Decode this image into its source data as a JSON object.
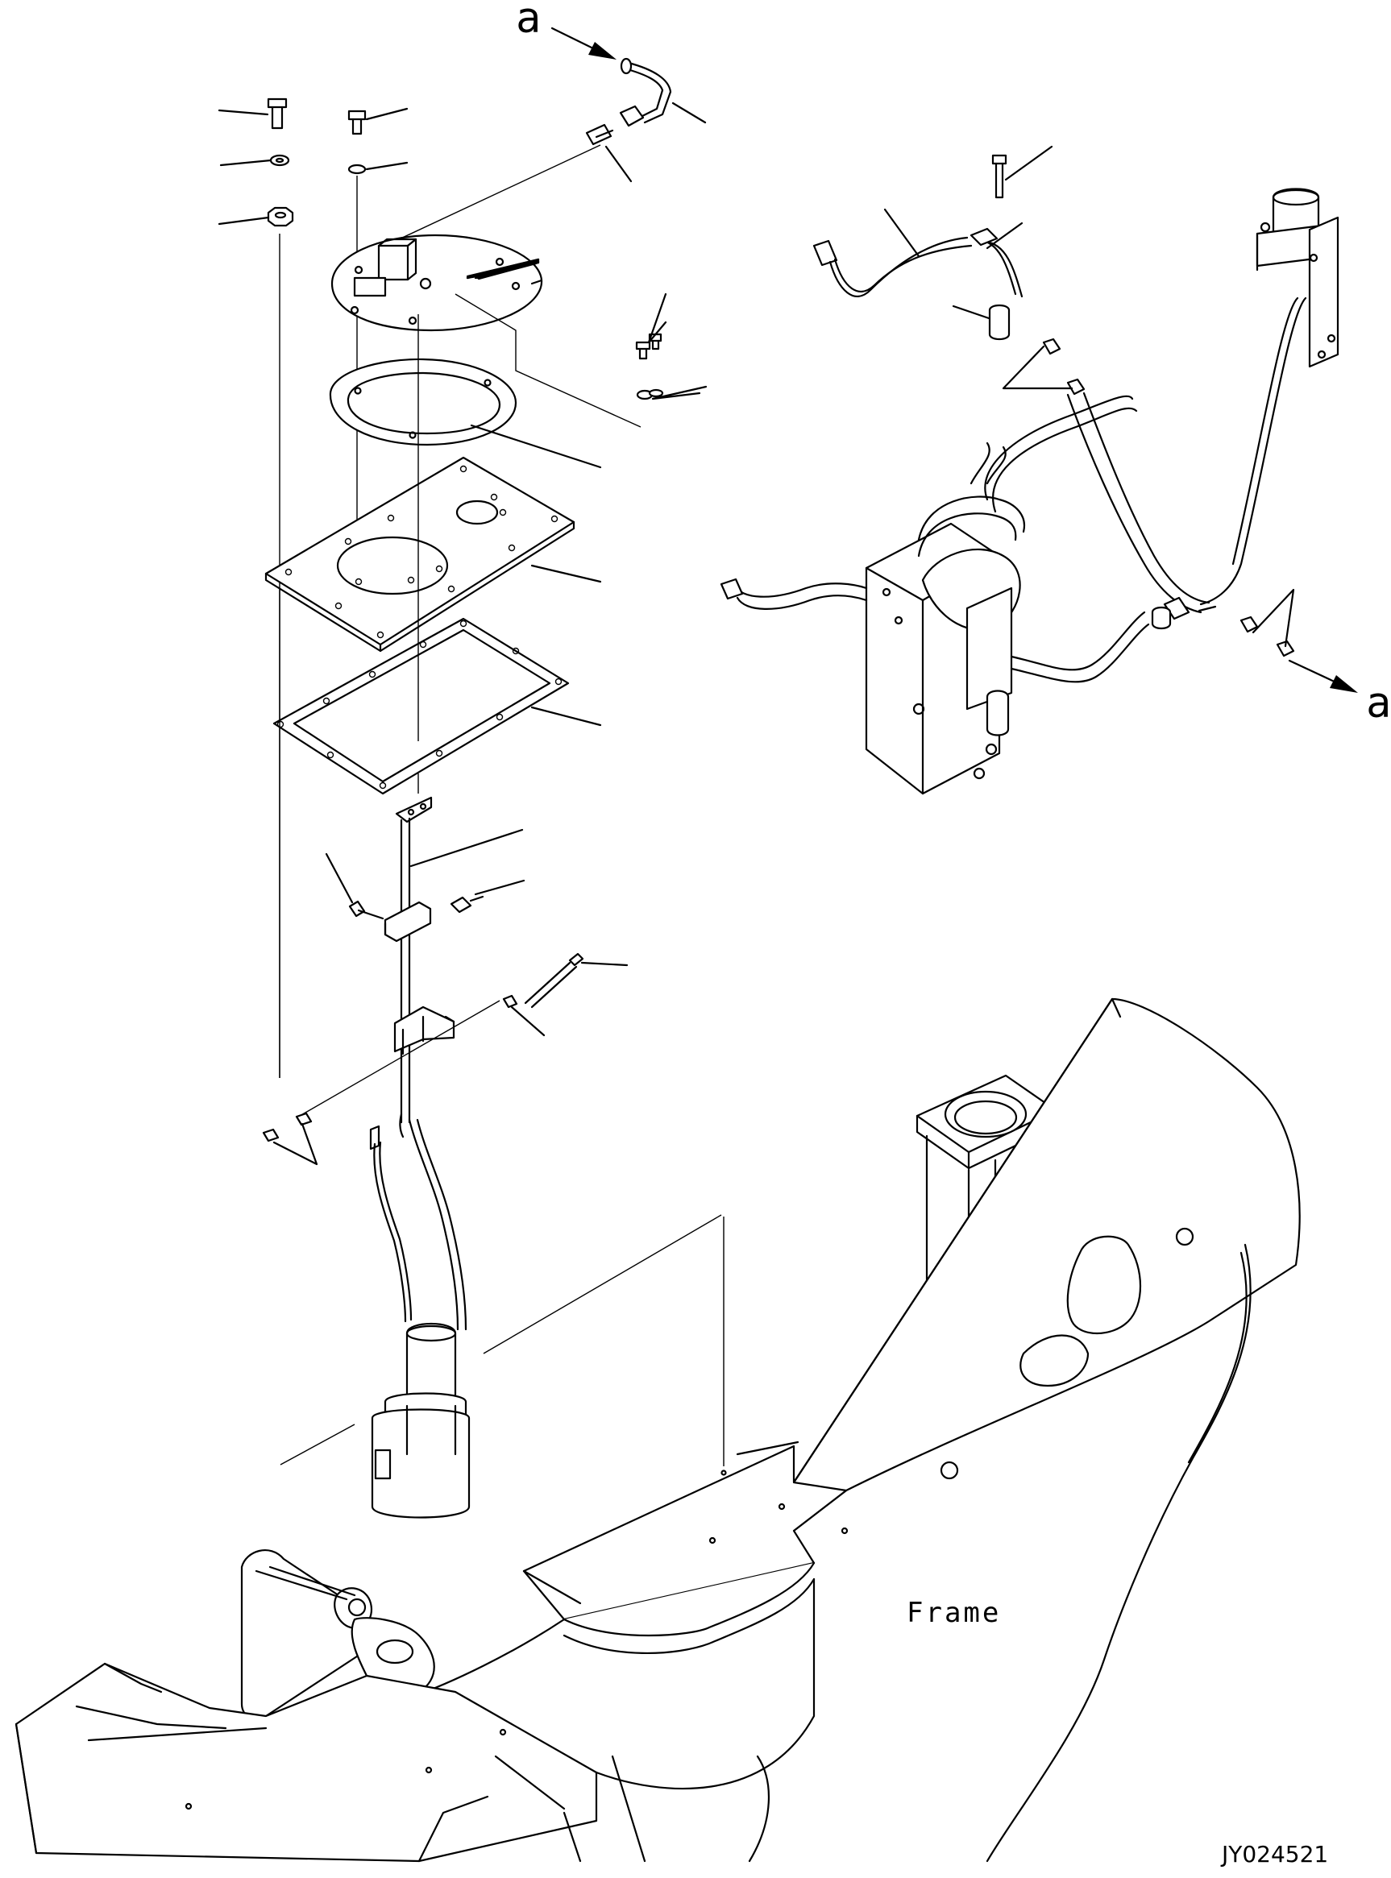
{
  "labels": {
    "view_a_top": "a",
    "view_a_right": "a",
    "frame": "Frame",
    "drawing_code": "JY024521"
  }
}
